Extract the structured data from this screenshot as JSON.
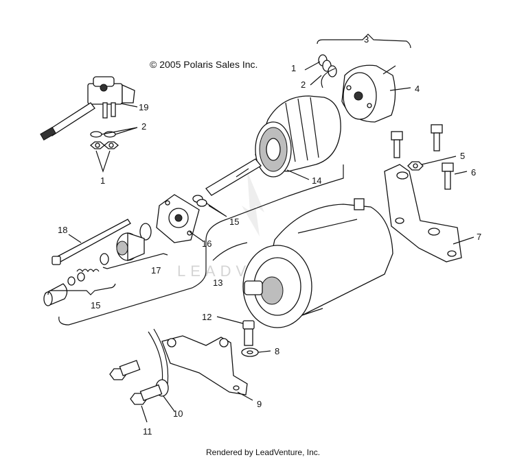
{
  "copyright": "© 2005 Polaris Sales Inc.",
  "footer": "Rendered by LeadVenture, Inc.",
  "watermark": "LEADVENTURE",
  "callouts": {
    "c1a": "1",
    "c2a": "2",
    "c3": "3",
    "c4": "4",
    "c5": "5",
    "c6": "6",
    "c7": "7",
    "c8": "8",
    "c9": "9",
    "c10": "10",
    "c11": "11",
    "c12": "12",
    "c13": "13",
    "c14": "14",
    "c15a": "15",
    "c15b": "15",
    "c16": "16",
    "c17": "17",
    "c18": "18",
    "c19": "19",
    "c2b": "2",
    "c1b": "1"
  }
}
